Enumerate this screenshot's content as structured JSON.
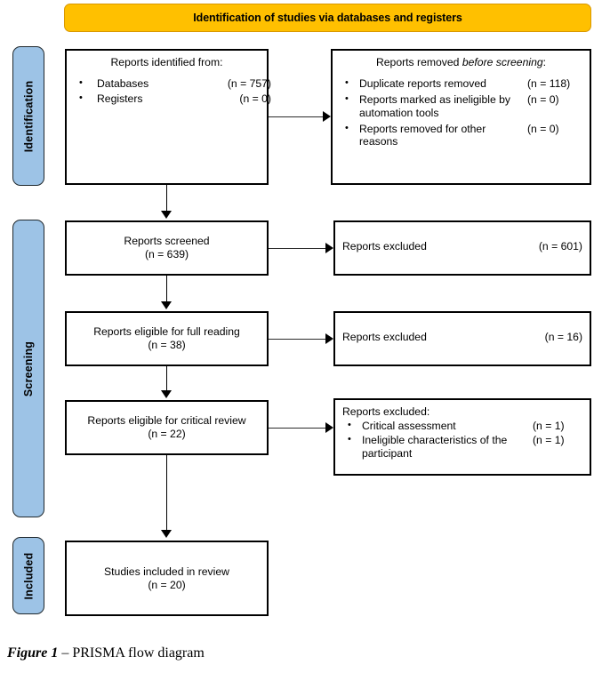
{
  "header": {
    "title": "Identification of studies via databases and registers",
    "color": "#FFC000"
  },
  "stages": {
    "color": "#9DC3E6",
    "identification": "Identification",
    "screening": "Screening",
    "included": "Included"
  },
  "boxes": {
    "identified": {
      "heading": "Reports identified from:",
      "items": [
        {
          "bullet": "•",
          "label": "Databases",
          "n": "(n = 757)"
        },
        {
          "bullet": "•",
          "label": "Registers",
          "n": "(n = 0)"
        }
      ]
    },
    "removed_before": {
      "heading_plain": "Reports removed ",
      "heading_italic": "before screening",
      "heading_tail": ":",
      "items": [
        {
          "bullet": "•",
          "label": "Duplicate reports removed",
          "n": "(n = 118)"
        },
        {
          "bullet": "•",
          "label": "Reports marked as ineligible by automation tools",
          "n": "(n = 0)"
        },
        {
          "bullet": "•",
          "label": "Reports removed for other reasons",
          "n": "(n = 0)"
        }
      ]
    },
    "screened": {
      "line1": "Reports screened",
      "line2": "(n = 639)"
    },
    "excluded_1": {
      "label": "Reports excluded",
      "n": "(n = 601)"
    },
    "eligible_full": {
      "line1": "Reports eligible for full reading",
      "line2": "(n = 38)"
    },
    "excluded_2": {
      "label": "Reports excluded",
      "n": "(n = 16)"
    },
    "eligible_critical": {
      "line1": "Reports eligible for critical review",
      "line2": "(n = 22)"
    },
    "excluded_3": {
      "heading": "Reports excluded:",
      "items": [
        {
          "bullet": "•",
          "label": "Critical assessment",
          "n": "(n = 1)"
        },
        {
          "bullet": "•",
          "label": "Ineligible characteristics of the participant",
          "n": "(n = 1)"
        }
      ]
    },
    "included": {
      "line1": "Studies included in review",
      "line2": "(n = 20)"
    }
  },
  "caption": {
    "figure": "Figure 1",
    "rest": " – PRISMA flow diagram"
  }
}
